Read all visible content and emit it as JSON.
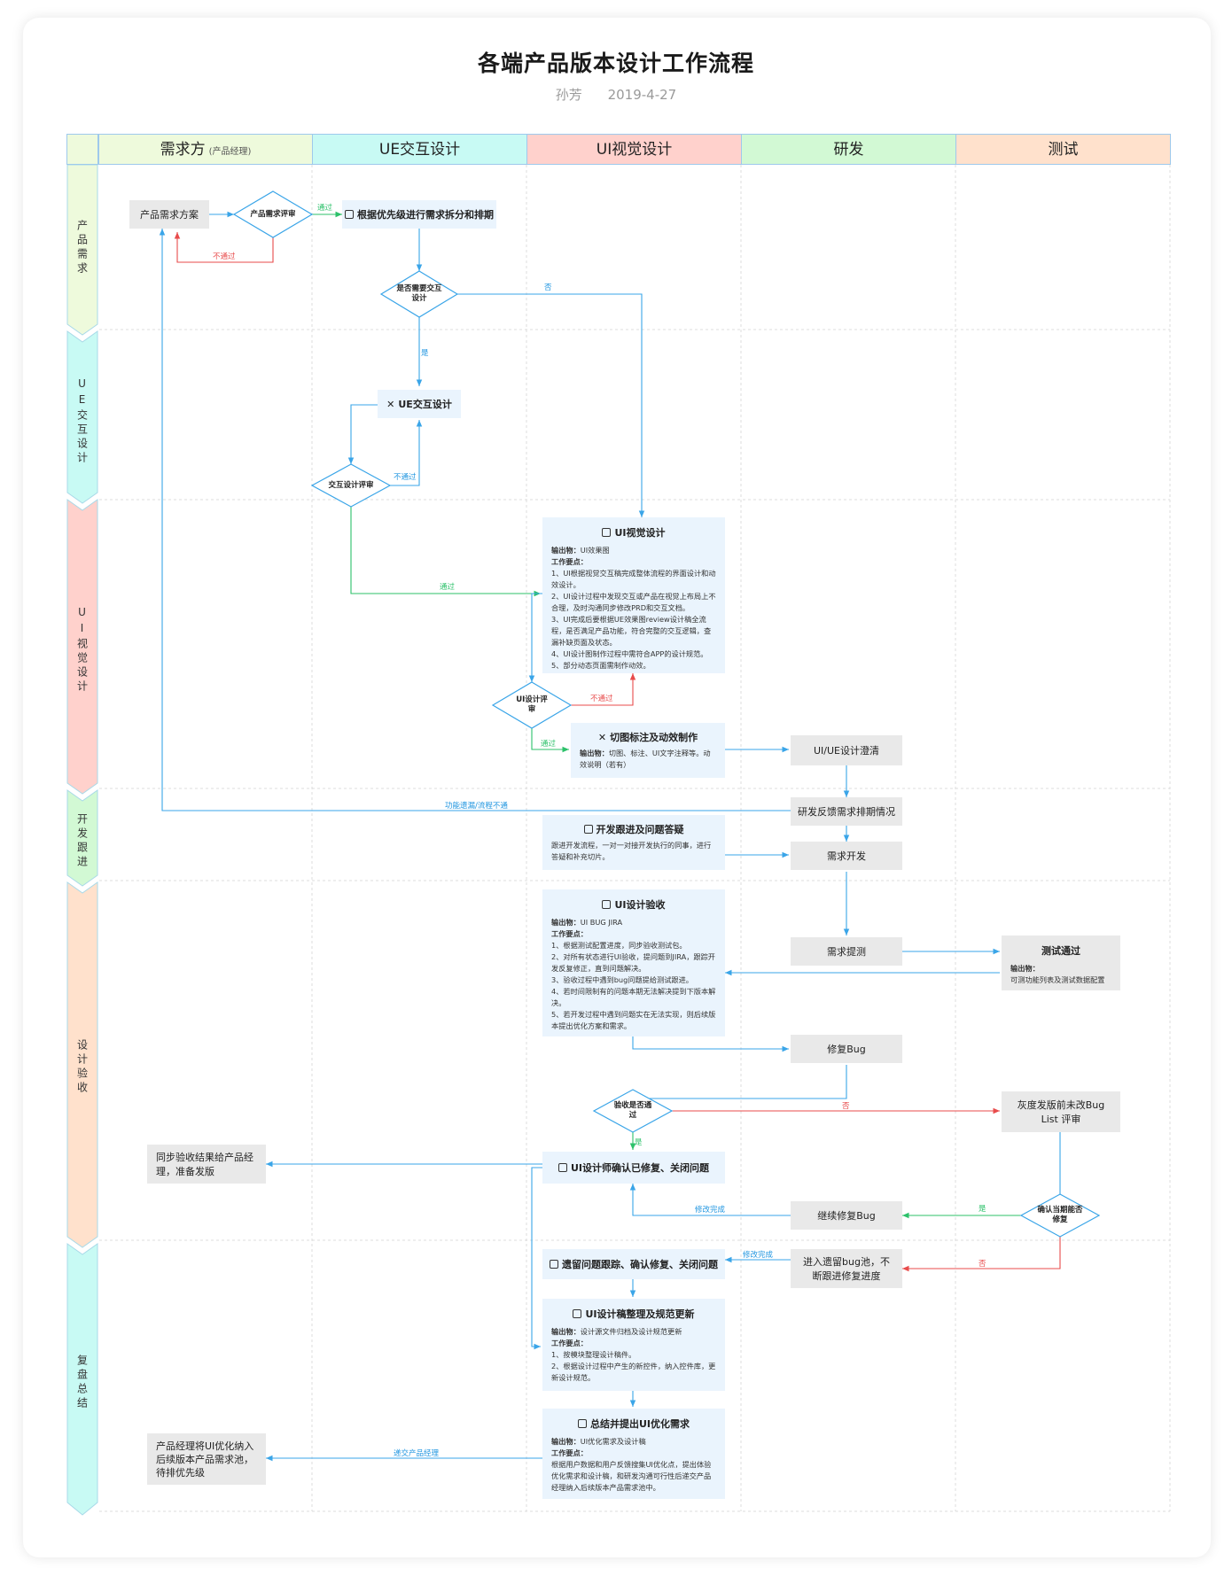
{
  "title": "各端产品版本设计工作流程",
  "author": "孙芳",
  "date": "2019-4-27",
  "columns": [
    {
      "label": "需求方",
      "note": "(产品经理)",
      "color": "#eefadc"
    },
    {
      "label": "UE交互设计",
      "note": "",
      "color": "#c8faf4"
    },
    {
      "label": "UI视觉设计",
      "note": "",
      "color": "#ffd1cc"
    },
    {
      "label": "研发",
      "note": "",
      "color": "#d2f9d4"
    },
    {
      "label": "测试",
      "note": "",
      "color": "#ffe1cc"
    }
  ],
  "rows": [
    {
      "label": "产品需求",
      "color": "#eefadc"
    },
    {
      "label": "UE交互设计",
      "color": "#c8faf4"
    },
    {
      "label": "UI视觉设计",
      "color": "#ffd1cc"
    },
    {
      "label": "开发跟进",
      "color": "#d2f9d4"
    },
    {
      "label": "设计验收",
      "color": "#ffe1cc"
    },
    {
      "label": "复盘总结",
      "color": "#c8faf4"
    }
  ],
  "nodes": {
    "prd_plan": "产品需求方案",
    "prd_review": "产品需求评审",
    "split_schedule": "根据优先级进行需求拆分和排期",
    "need_ue": "是否需要交互设计",
    "ue_design": "UE交互设计",
    "ue_review": "交互设计评审",
    "ui_design": {
      "title": "UI视觉设计",
      "output_label": "输出物：",
      "output": "UI效果图",
      "points_label": "工作要点：",
      "points": [
        "1、UI根据视觉交互稿完成整体流程的界面设计和动效设计。",
        "2、UI设计过程中发现交互或产品在视觉上布局上不合理，及时沟通同步修改PRD和交互文档。",
        "3、UI完成后要根据UE效果图review设计稿全流程，是否满足产品功能，符合完整的交互逻辑，查漏补缺页面及状态。",
        "4、UI设计图制作过程中需符合APP的设计规范。",
        "5、部分动态页面需制作动效。"
      ]
    },
    "ui_review": "UI设计评审",
    "slice": {
      "title": "切图标注及动效制作",
      "output_label": "输出物：",
      "output": "切图、标注、UI文字注释等。动效说明（若有）"
    },
    "clarify": "UI/UE设计澄清",
    "dev_feedback": "研发反馈需求排期情况",
    "dev_follow": {
      "title": "开发跟进及问题答疑",
      "text": "跟进开发流程，一对一对接开发执行的同事，进行答疑和补充切片。"
    },
    "dev": "需求开发",
    "ui_accept": {
      "title": "UI设计验收",
      "output_label": "输出物：",
      "output": "UI BUG JIRA",
      "points_label": "工作要点：",
      "points": [
        "1、根据测试配置进度，同步验收测试包。",
        "2、对所有状态进行UI验收，提问题到JIRA，跟踪开发反复修正，直到问题解决。",
        "3、验收过程中遇到bug问题提给测试跟进。",
        "4、若时间限制有的问题本期无法解决提到下版本解决。",
        "5、若开发过程中遇到问题实在无法实现，则后续版本提出优化方案和需求。"
      ]
    },
    "submit_test": "需求提测",
    "test_pass": {
      "title": "测试通过",
      "output_label": "输出物：",
      "output": "可测功能列表及测试数据配置"
    },
    "fix_bug": "修复Bug",
    "accept_check": "验收是否通过",
    "gray_release": "灰度发版前未改Bug List 评审",
    "sync_result": "同步验收结果给产品经理，准备发版",
    "ui_confirm": "UI设计师确认已修复、关闭问题",
    "continue_fix": "继续修复Bug",
    "confirm_fix": "确认当期能否修复",
    "bug_pool": "进入遗留bug池，不断跟进修复进度",
    "legacy_track": "遗留问题跟踪、确认修复、关闭问题",
    "design_update": {
      "title": "UI设计稿整理及规范更新",
      "output_label": "输出物：",
      "output": "设计源文件归档及设计规范更新",
      "points_label": "工作要点：",
      "points": [
        "1、按模块整理设计稿件。",
        "2、根据设计过程中产生的新控件，纳入控件库，更新设计规范。"
      ]
    },
    "summary": {
      "title": "总结并提出UI优化需求",
      "output_label": "输出物：",
      "output": "UI优化需求及设计稿",
      "points_label": "工作要点：",
      "text": "根据用户数据和用户反馈搜集UI优化点，提出体验优化需求和设计稿，和研发沟通可行性后递交产品经理纳入后续版本产品需求池中。"
    },
    "pm_pool": "产品经理将UI优化纳入后续版本产品需求池，待排优先级"
  },
  "edge_labels": {
    "pass1": "通过",
    "fail1": "不通过",
    "no1": "否",
    "yes1": "是",
    "fail2": "不通过",
    "pass2": "通过",
    "fail3": "不通过",
    "pass3": "通过",
    "missing": "功能遗漏/流程不通",
    "no2": "否",
    "yes2": "是",
    "fixed1": "修改完成",
    "yes3": "是",
    "no3": "否",
    "fixed2": "修改完成",
    "submit_pm": "递交产品经理"
  },
  "colors": {
    "line_blue": "#3aa5e8",
    "line_green": "#2cc16a",
    "line_red": "#e84b4b",
    "diamond_stroke": "#3aa5e8"
  }
}
